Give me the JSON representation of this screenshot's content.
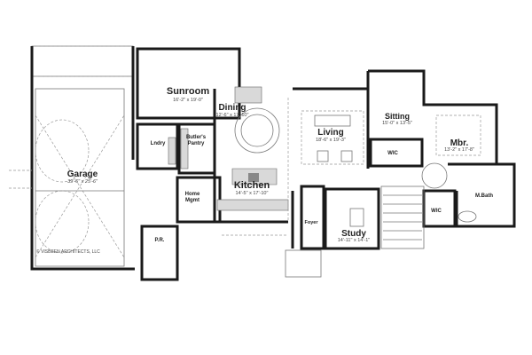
{
  "rooms": {
    "sunroom": {
      "name": "Sunroom",
      "dim": "16'-2\" x 19'-0\""
    },
    "dining": {
      "name": "Dining",
      "dim": "12'-6\" x 17'-10\""
    },
    "living": {
      "name": "Living",
      "dim": "18'-6\" x 19'-3\""
    },
    "sitting": {
      "name": "Sitting",
      "dim": "15'-0\" x 13'-5\""
    },
    "mbr": {
      "name": "Mbr.",
      "dim": "13'-2\" x 17'-8\""
    },
    "kitchen": {
      "name": "Kitchen",
      "dim": "14'-5\" x 17'-10\""
    },
    "study": {
      "name": "Study",
      "dim": "14'-11\" x 14'-1\""
    },
    "garage": {
      "name": "Garage",
      "dim": "39'-6\" x 25'-6\""
    },
    "laundry": {
      "name": "Lndry"
    },
    "butlers_pantry": {
      "name1": "Butler's",
      "name2": "Pantry"
    },
    "home_mgmt": {
      "name1": "Home",
      "name2": "Mgmt"
    },
    "powder_room": {
      "name": "P.R."
    },
    "foyer": {
      "name": "Foyer"
    },
    "wic_1": {
      "name": "WIC"
    },
    "wic_2": {
      "name": "WIC"
    },
    "master_bath": {
      "name": "M.Bath"
    }
  },
  "copyright": "© VISBEEN ARCHITECTS, LLC"
}
